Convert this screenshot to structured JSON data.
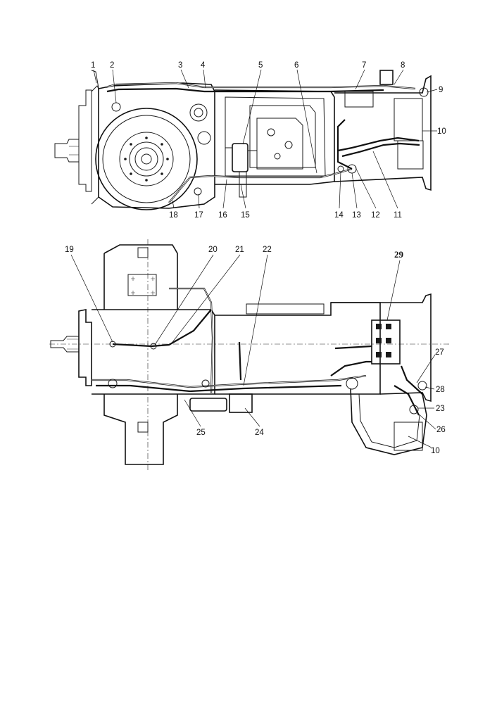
{
  "top_view": {
    "callouts": [
      {
        "id": "c1",
        "label": "1"
      },
      {
        "id": "c2",
        "label": "2"
      },
      {
        "id": "c3",
        "label": "3"
      },
      {
        "id": "c4",
        "label": "4"
      },
      {
        "id": "c5",
        "label": "5"
      },
      {
        "id": "c6",
        "label": "6"
      },
      {
        "id": "c7",
        "label": "7"
      },
      {
        "id": "c8",
        "label": "8"
      },
      {
        "id": "c9",
        "label": "9"
      },
      {
        "id": "c10",
        "label": "10"
      },
      {
        "id": "c11",
        "label": "11"
      },
      {
        "id": "c12",
        "label": "12"
      },
      {
        "id": "c13",
        "label": "13"
      },
      {
        "id": "c14",
        "label": "14"
      },
      {
        "id": "c15",
        "label": "15"
      },
      {
        "id": "c16",
        "label": "16"
      },
      {
        "id": "c17",
        "label": "17"
      },
      {
        "id": "c18",
        "label": "18"
      }
    ]
  },
  "bottom_view": {
    "callouts": [
      {
        "id": "c19",
        "label": "19"
      },
      {
        "id": "c20",
        "label": "20"
      },
      {
        "id": "c21",
        "label": "21"
      },
      {
        "id": "c22",
        "label": "22"
      },
      {
        "id": "c29",
        "label": "29"
      },
      {
        "id": "c27",
        "label": "27"
      },
      {
        "id": "c28",
        "label": "28"
      },
      {
        "id": "c23",
        "label": "23"
      },
      {
        "id": "c26",
        "label": "26"
      },
      {
        "id": "c10b",
        "label": "10"
      },
      {
        "id": "c24",
        "label": "24"
      },
      {
        "id": "c25",
        "label": "25"
      }
    ]
  }
}
